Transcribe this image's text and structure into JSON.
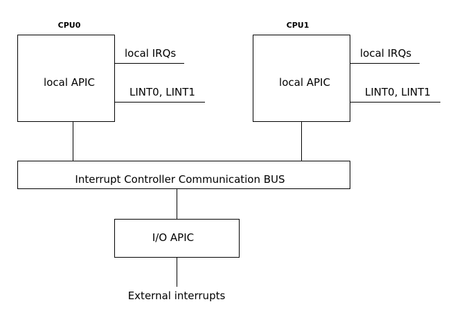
{
  "diagram": {
    "cpu0": {
      "title": "CPU0",
      "box_label": "local APIC",
      "line_labels": [
        "local IRQs",
        "LINT0, LINT1"
      ]
    },
    "cpu1": {
      "title": "CPU1",
      "box_label": "local APIC",
      "line_labels": [
        "local IRQs",
        "LINT0, LINT1"
      ]
    },
    "bus": {
      "label": "Interrupt Controller Communication BUS"
    },
    "ioapic": {
      "label": "I/O APIC"
    },
    "external": {
      "label": "External interrupts"
    }
  }
}
